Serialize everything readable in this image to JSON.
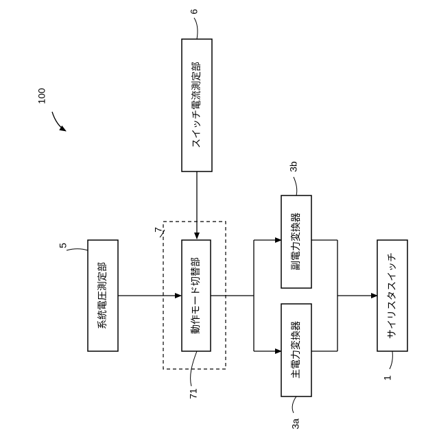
{
  "diagram": {
    "ref_system": "100",
    "blocks": {
      "system_voltage": {
        "label": "系統電圧測定部",
        "ref": "5"
      },
      "switch_current": {
        "label": "スイッチ電流測定部",
        "ref": "6"
      },
      "mode_switch": {
        "label": "動作モード切替部",
        "ref": "71"
      },
      "control_group": {
        "ref": "7"
      },
      "main_converter": {
        "label": "主電力変換器",
        "ref": "3a"
      },
      "sub_converter": {
        "label": "副電力変換器",
        "ref": "3b"
      },
      "thyristor_switch": {
        "label": "サイリスタスイッチ",
        "ref": "1"
      }
    }
  }
}
